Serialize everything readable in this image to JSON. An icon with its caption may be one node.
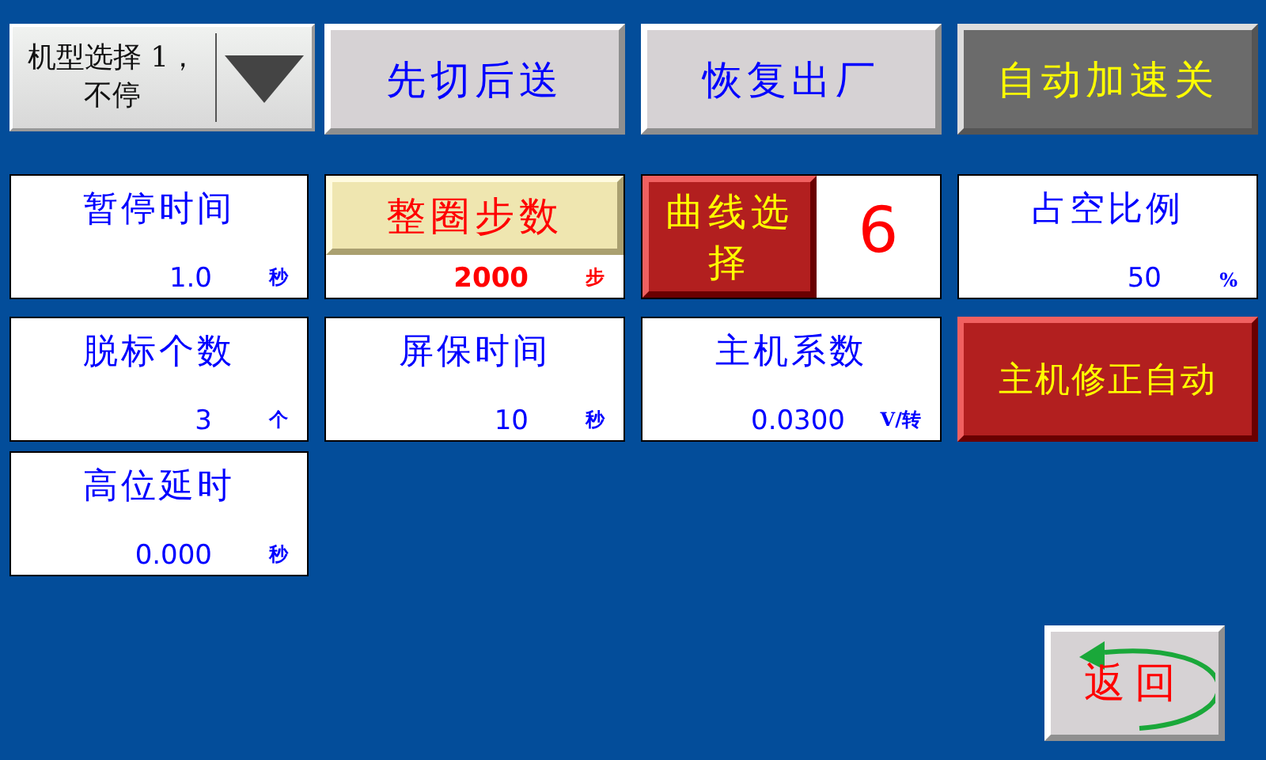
{
  "diagram": {
    "nodes": [
      {
        "text": [
          "机型选择",
          "1，不停"
        ]
      },
      {
        "text": [
          "先切后送"
        ]
      },
      {
        "text": [
          "恢复出厂"
        ]
      },
      {
        "text": [
          "自动加速关"
        ]
      },
      {
        "text": [
          "暂停时间",
          "1.0",
          "秒"
        ]
      },
      {
        "text": [
          "整圈步数",
          "2000",
          "步"
        ]
      },
      {
        "text": [
          "曲线选择",
          "6"
        ]
      },
      {
        "text": [
          "占空比例",
          "50",
          "%"
        ]
      },
      {
        "text": [
          "脱标个数",
          "3",
          "个"
        ]
      },
      {
        "text": [
          "屏保时间",
          "10",
          "秒"
        ]
      },
      {
        "text": [
          "主机系数",
          "0.0300",
          "V/转"
        ]
      },
      {
        "text": [
          "主机修正自动"
        ]
      },
      {
        "text": [
          "高位延时",
          "0.000",
          "秒"
        ]
      },
      {
        "text": [
          "返回"
        ]
      }
    ]
  }
}
